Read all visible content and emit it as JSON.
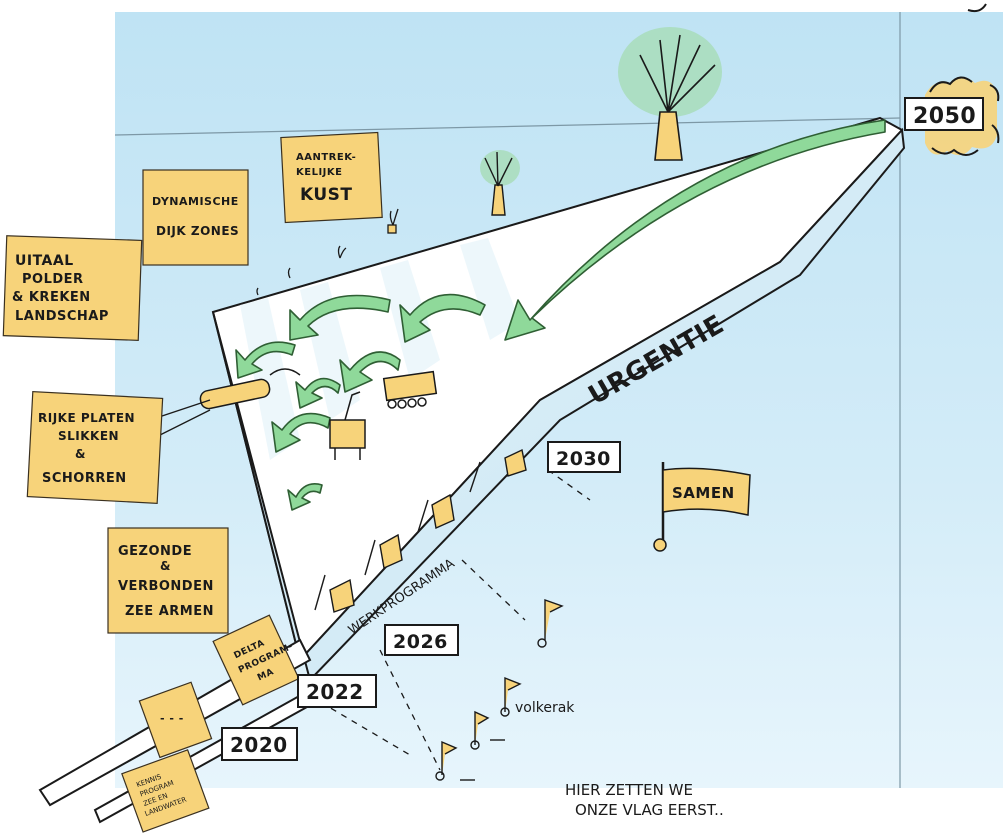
{
  "colors": {
    "sky": "#cde9f6",
    "sky_edge": "#eef8fd",
    "note": "#f7d37a",
    "green_arrow": "#8fd99a",
    "ink": "#1a1a1a"
  },
  "notes": {
    "kust": [
      "AANTREK-",
      "KELIJKE",
      "KUST"
    ],
    "dijk": [
      "DYNAMISCHE",
      "DIJK ZONES"
    ],
    "polder": [
      "UITAAL",
      "POLDER",
      "& KREKEN",
      "LANDSCHAP"
    ],
    "platen": [
      "RIJKE PLATEN",
      "SLIKKEN",
      "&",
      "SCHORREN"
    ],
    "zeearmen": [
      "GEZONDE",
      "&",
      "VERBONDEN",
      "ZEE ARMEN"
    ]
  },
  "years": {
    "y2050": "2050",
    "y2030": "2030",
    "y2026": "2026",
    "y2022": "2022",
    "y2020": "2020"
  },
  "arrow": {
    "urgentie": "URGENTIE",
    "werkprogramma": "WERKPROGRAMMA"
  },
  "tags": {
    "delta": [
      "DELTA",
      "PROGRAM-",
      "MA"
    ],
    "kennis": [
      "KENNIS",
      "PROGRAM",
      "ZEE EN",
      "LANDWATER"
    ],
    "dots": "- - -"
  },
  "flags": {
    "samen": "SAMEN",
    "volkerak": "volkerak"
  },
  "footer": {
    "line1": "HIER ZETTEN WE",
    "line2": "ONZE VLAG EERST.."
  }
}
